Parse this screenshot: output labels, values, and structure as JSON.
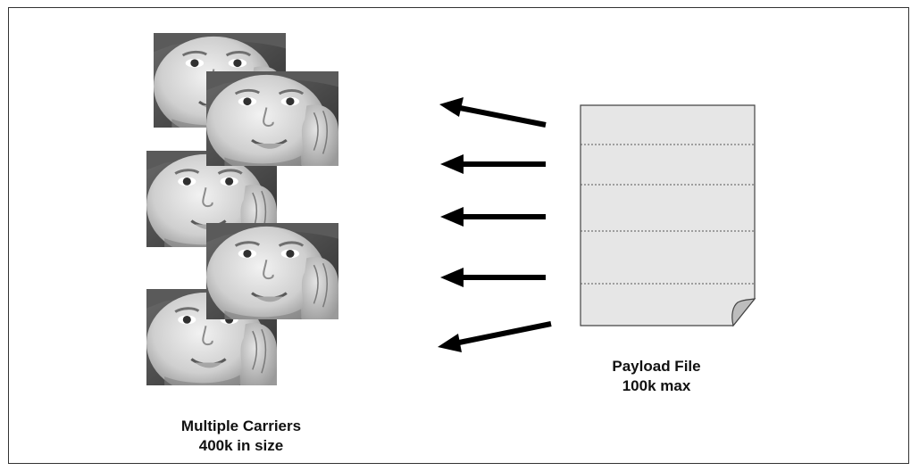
{
  "carriers": {
    "icon": "child-face-photo",
    "count": 5,
    "label_line1": "Multiple Carriers",
    "label_line2": "400k in size"
  },
  "payload": {
    "icon": "document-icon",
    "label_line1": "Payload File",
    "label_line2": "100k max"
  },
  "arrows": {
    "count": 5,
    "direction": "left"
  },
  "colors": {
    "border": "#333333",
    "arrow": "#000000",
    "document_fill": "#e6e6e6",
    "text": "#111111"
  }
}
